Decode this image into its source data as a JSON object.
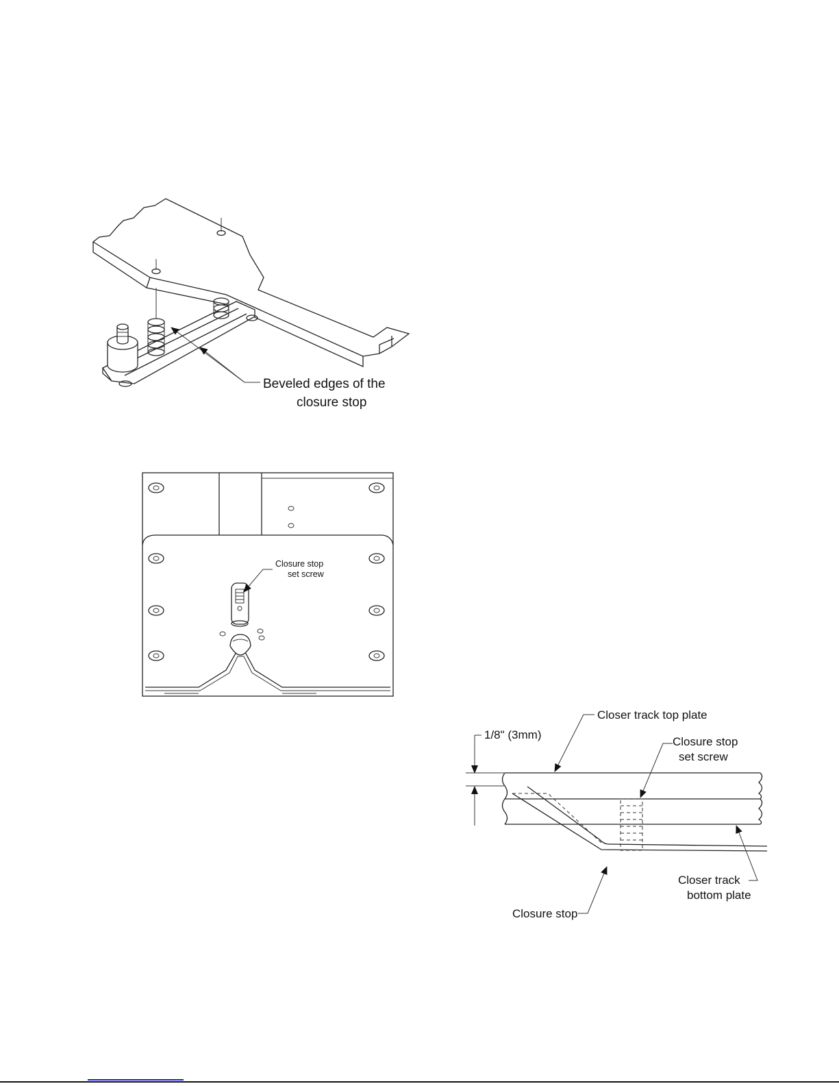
{
  "figure1": {
    "label_line1": "Beveled edges of the",
    "label_line2": "closure stop"
  },
  "figure2": {
    "label_line1": "Closure stop",
    "label_line2": "set screw"
  },
  "figure3": {
    "dimension": "1/8\" (3mm)",
    "top_plate": "Closer track top plate",
    "set_screw_line1": "Closure stop",
    "set_screw_line2": "set screw",
    "bottom_plate_line1": "Closer track",
    "bottom_plate_line2": "bottom plate",
    "closure_stop": "Closure stop"
  }
}
